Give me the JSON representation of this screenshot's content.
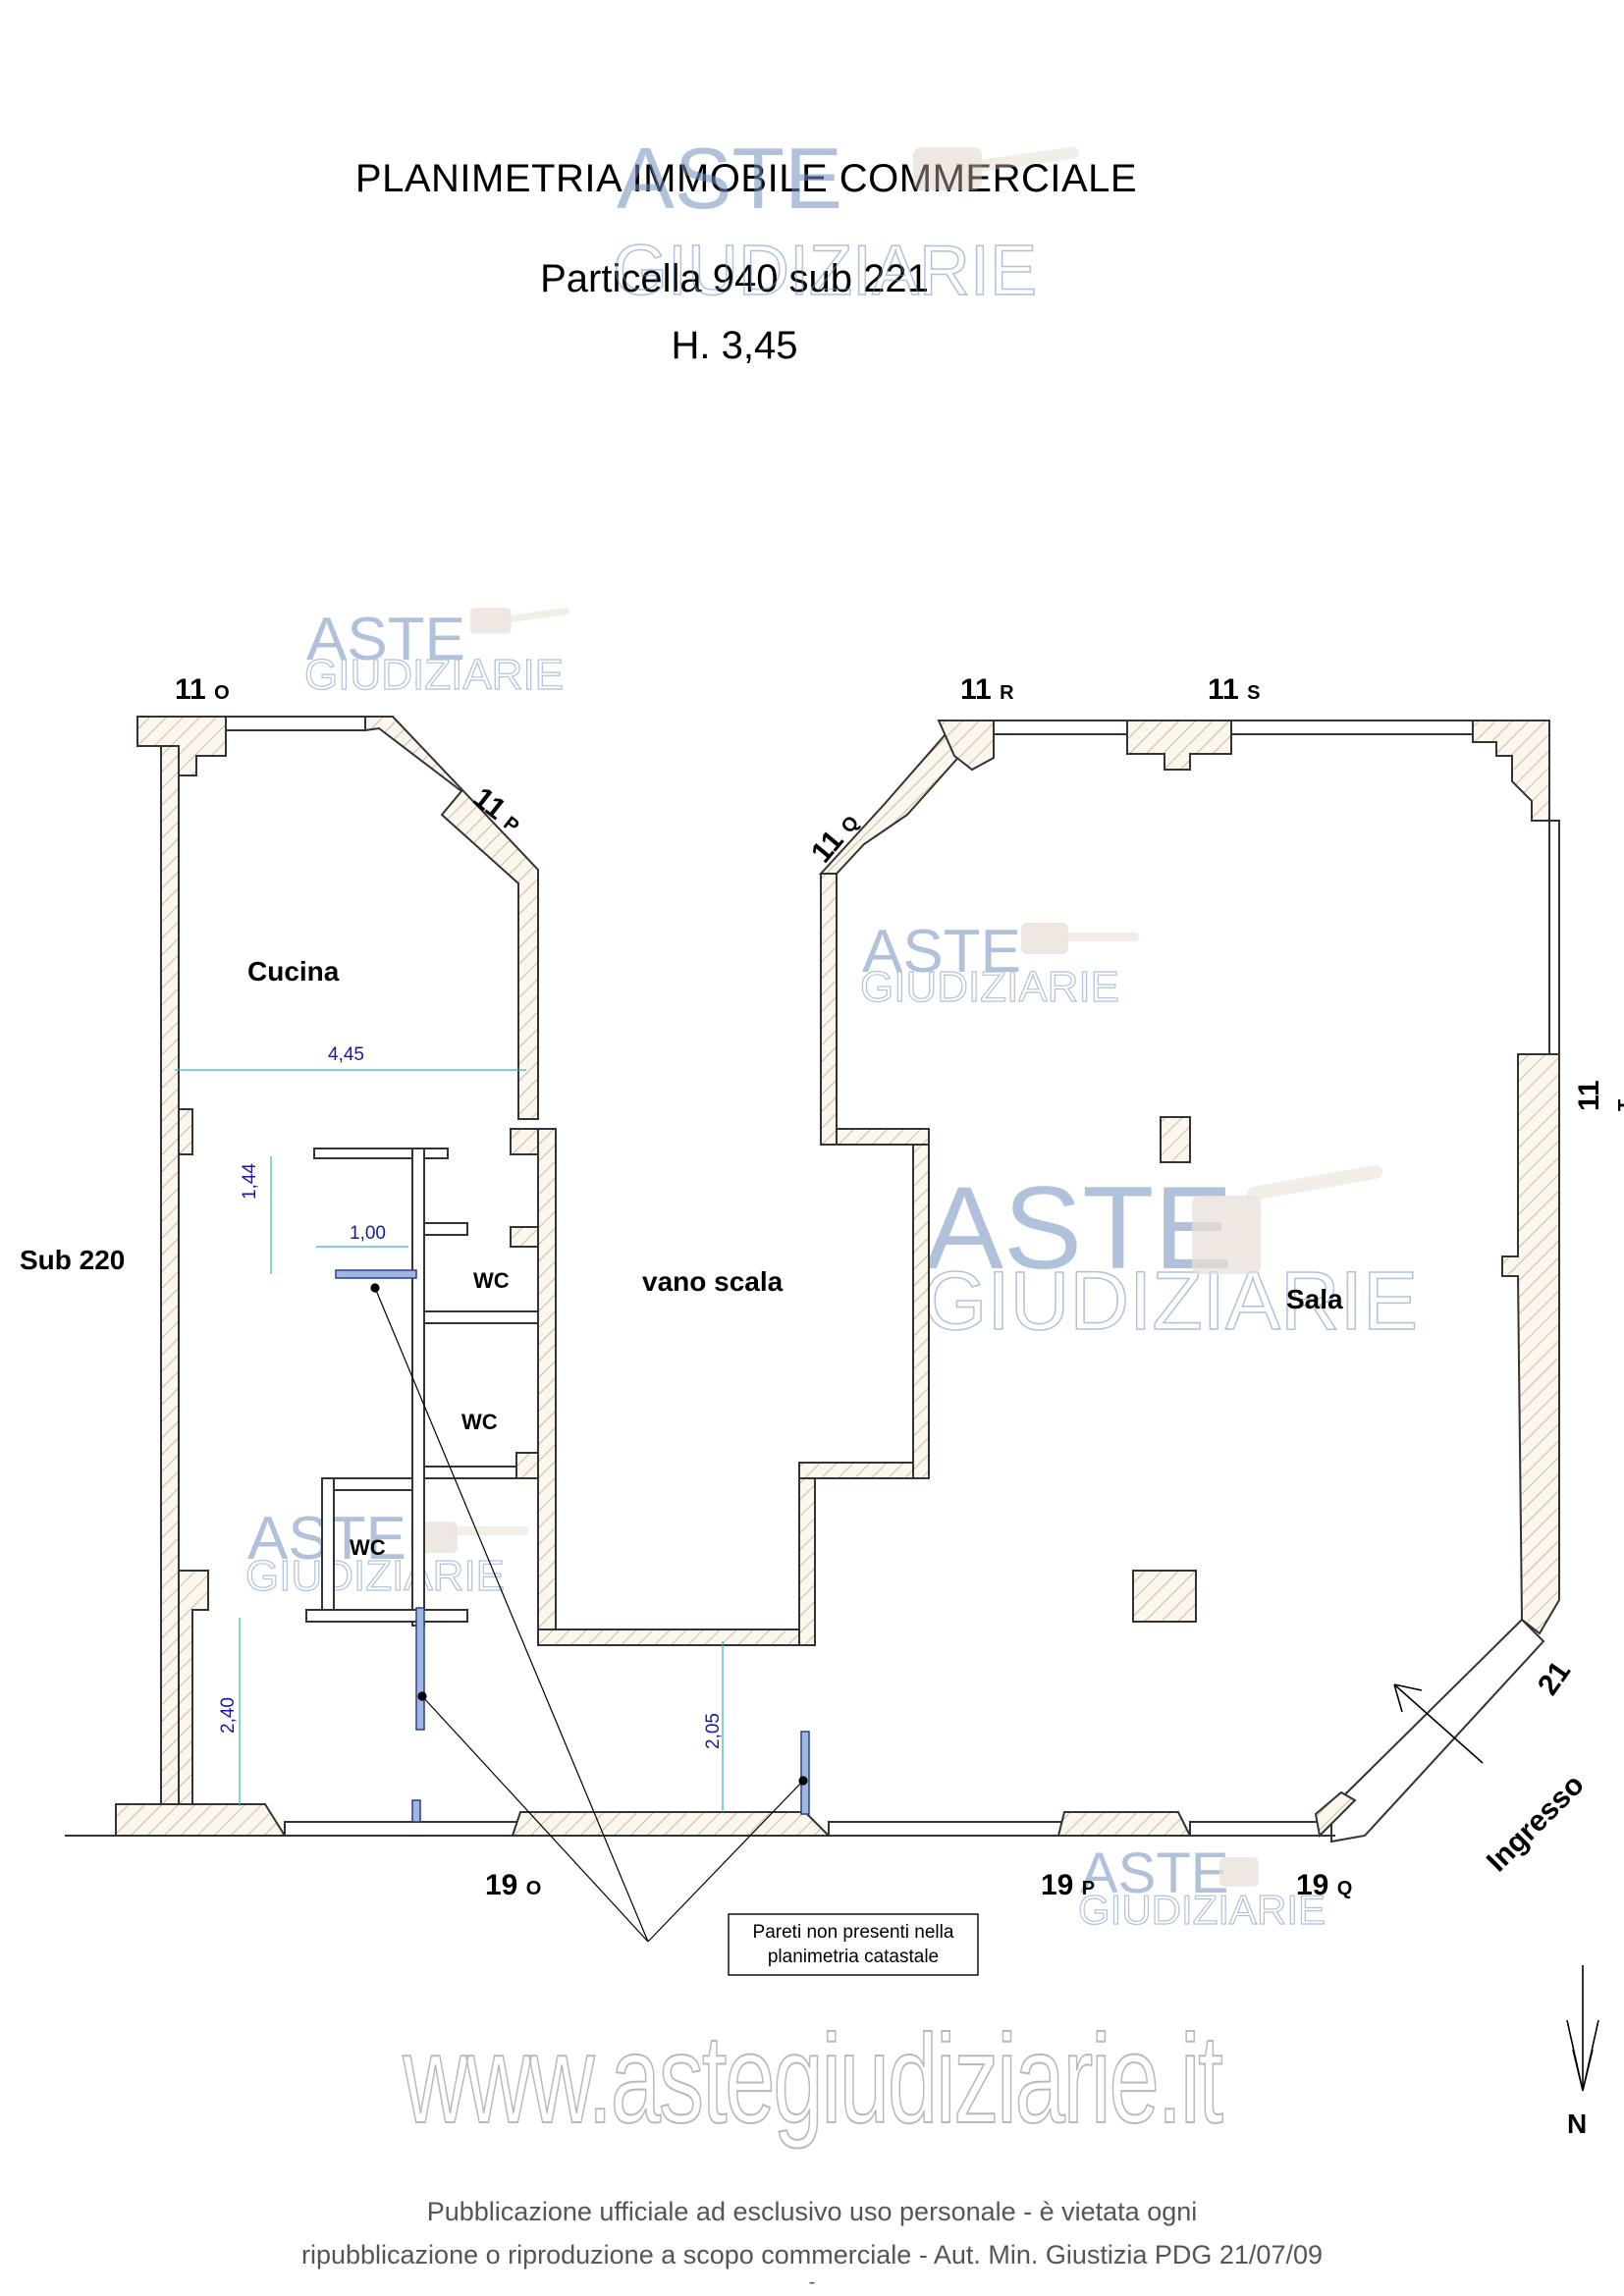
{
  "header": {
    "title": "PLANIMETRIA IMMOBILE COMMERCIALE",
    "subtitle": "Particella 940 sub 221",
    "height": "H. 3,45"
  },
  "watermark": {
    "line1": "ASTE",
    "line2": "GIUDIZIARIE",
    "url": "www.astegiudiziarie.it",
    "color": "#6f8fbf"
  },
  "plan": {
    "neighbour_label": "Sub 220",
    "rooms": {
      "cucina": "Cucina",
      "vano_scala": "vano scala",
      "sala": "Sala",
      "wc1": "WC",
      "wc2": "WC",
      "wc3": "WC"
    },
    "dimensions": {
      "cucina_width": "4,45",
      "d144": "1,44",
      "d100": "1,00",
      "d240": "2,40",
      "d205": "2,05"
    },
    "dimension_color": "#1a1aa0",
    "pillars": {
      "p11o": {
        "num": "11",
        "letter": "O"
      },
      "p11p": {
        "num": "11",
        "letter": "P"
      },
      "p11q": {
        "num": "11",
        "letter": "Q"
      },
      "p11r": {
        "num": "11",
        "letter": "R"
      },
      "p11s": {
        "num": "11",
        "letter": "S"
      },
      "p11t": {
        "num": "11",
        "letter": "T"
      },
      "p21": {
        "num": "21",
        "letter": ""
      },
      "p19o": {
        "num": "19",
        "letter": "O"
      },
      "p19p": {
        "num": "19",
        "letter": "P"
      },
      "p19q": {
        "num": "19",
        "letter": "Q"
      }
    },
    "entrance": "Ingresso",
    "note": [
      "Pareti non presenti nella",
      "planimetria catastale"
    ],
    "north": "N"
  },
  "footer": {
    "line1": "Pubblicazione ufficiale ad esclusivo uso personale - è vietata ogni",
    "line2": "ripubblicazione o riproduzione a scopo commerciale - Aut. Min. Giustizia PDG 21/07/09",
    "line3": "-"
  }
}
